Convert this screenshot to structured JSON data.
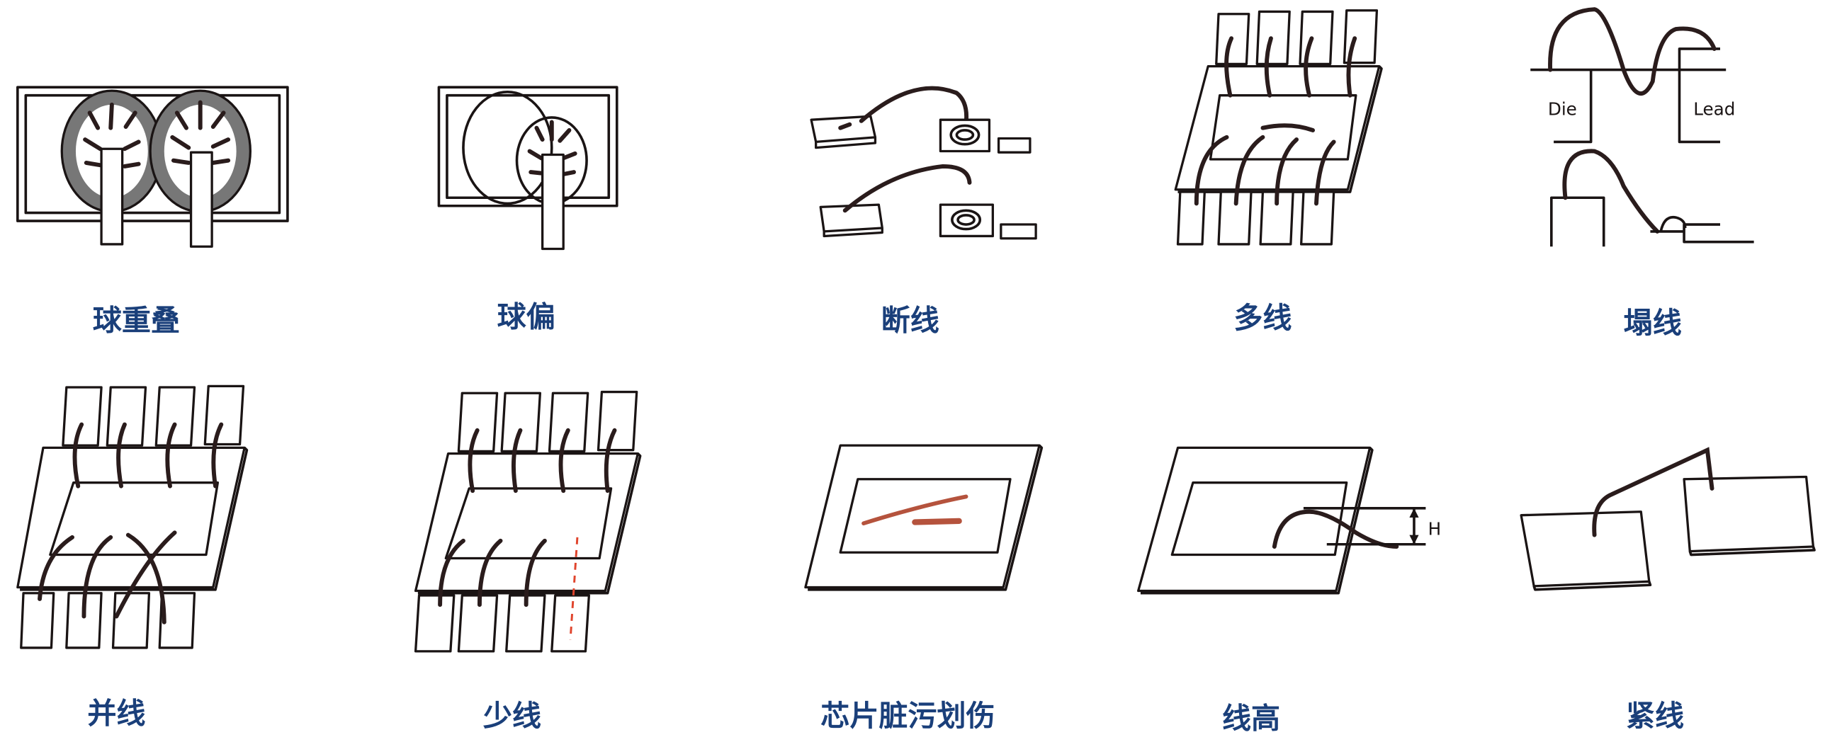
{
  "labels": {
    "ball_overlap": "球重叠",
    "ball_offset": "球偏",
    "broken_wire": "断线",
    "extra_wire": "多线",
    "collapsed_wire": "塌线",
    "merged_wire": "并线",
    "missing_wire": "少线",
    "chip_contamination_scratch": "芯片脏污划伤",
    "wire_height": "线高",
    "tight_wire": "紧线"
  },
  "annotations": {
    "die": "Die",
    "lead": "Lead",
    "height": "H"
  },
  "colors": {
    "label": "#1a3f7a",
    "line": "#1a1414",
    "ball_ring": "#777777",
    "defect_red": "#b5533d",
    "missing_dashed": "#e0442c"
  }
}
